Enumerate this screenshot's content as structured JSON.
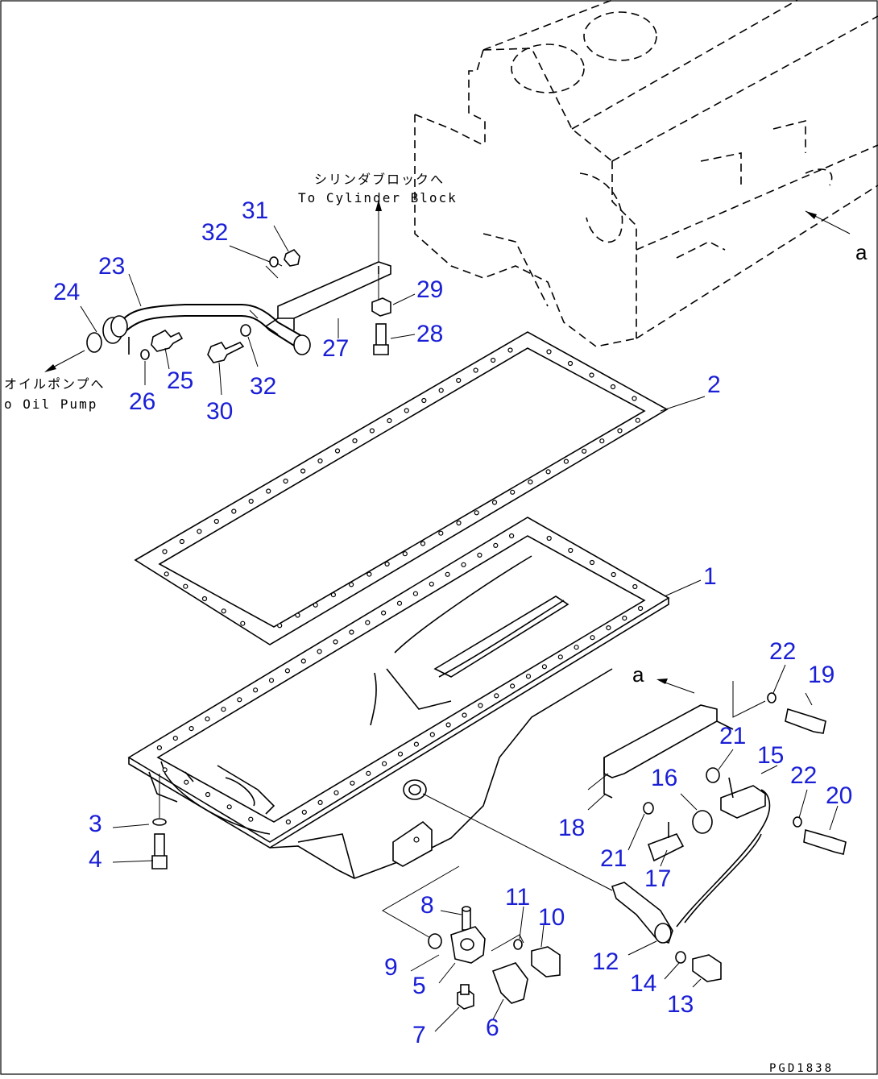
{
  "diagram": {
    "part_numbers": [
      "1",
      "2",
      "3",
      "4",
      "5",
      "6",
      "7",
      "8",
      "9",
      "10",
      "11",
      "12",
      "13",
      "14",
      "15",
      "16",
      "17",
      "18",
      "19",
      "20",
      "21",
      "21",
      "22",
      "22",
      "23",
      "24",
      "25",
      "26",
      "27",
      "28",
      "29",
      "30",
      "31",
      "32",
      "32"
    ],
    "labels": {
      "to_cylinder_block_jp": "シリンダブロックへ",
      "to_cylinder_block_en": "To Cylinder Block",
      "to_oil_pump_jp": "オイルポンプへ",
      "to_oil_pump_en": "o Oil Pump",
      "ref_a_top": "a",
      "ref_a_bottom": "a",
      "drawing_code": "PGD1838"
    },
    "colors": {
      "part_number": "#1a1fd6",
      "linework": "#000000",
      "background": "#ffffff"
    }
  }
}
